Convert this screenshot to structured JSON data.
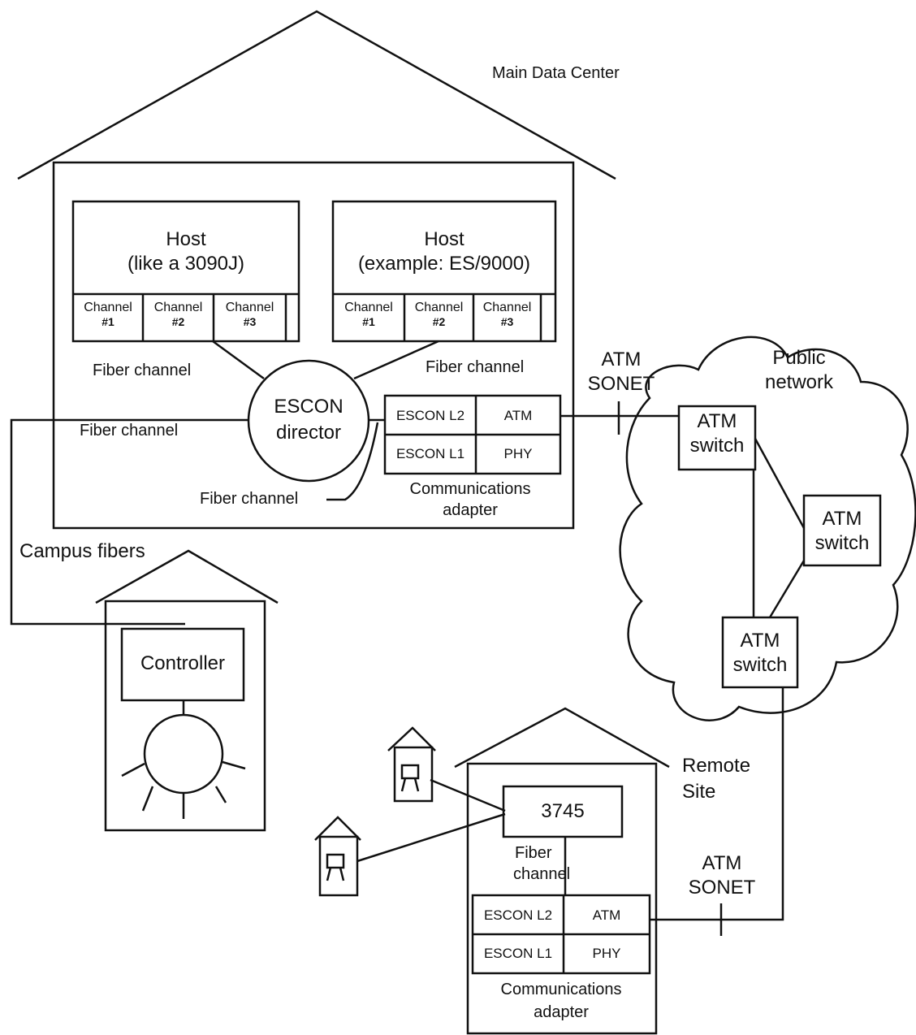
{
  "main_data_center": {
    "label": "Main Data Center",
    "host1": {
      "title_line1": "Host",
      "title_line2": "(like a 3090J)",
      "channels": [
        {
          "name": "Channel",
          "num": "#1"
        },
        {
          "name": "Channel",
          "num": "#2"
        },
        {
          "name": "Channel",
          "num": "#3"
        }
      ]
    },
    "host2": {
      "title_line1": "Host",
      "title_line2": "(example: ES/9000)",
      "channels": [
        {
          "name": "Channel",
          "num": "#1"
        },
        {
          "name": "Channel",
          "num": "#2"
        },
        {
          "name": "Channel",
          "num": "#3"
        }
      ]
    },
    "escon": {
      "line1": "ESCON",
      "line2": "director"
    },
    "fiber_left": "Fiber channel",
    "fiber_right": "Fiber channel",
    "fiber_out": "Fiber channel",
    "fiber_bottom": "Fiber channel",
    "adapter": {
      "l2": "ESCON L2",
      "atm": "ATM",
      "l1": "ESCON L1",
      "phy": "PHY",
      "caption_line1": "Communications",
      "caption_line2": "adapter"
    }
  },
  "link1": {
    "line1": "ATM",
    "line2": "SONET"
  },
  "public_network": {
    "line1": "Public",
    "line2": "network",
    "switches": [
      {
        "line1": "ATM",
        "line2": "switch"
      },
      {
        "line1": "ATM",
        "line2": "switch"
      },
      {
        "line1": "ATM",
        "line2": "switch"
      }
    ]
  },
  "campus": {
    "label": "Campus fibers",
    "controller": "Controller"
  },
  "remote_site": {
    "line1": "Remote",
    "line2": "Site",
    "node": "3745",
    "fiber_line1": "Fiber",
    "fiber_line2": "channel",
    "adapter": {
      "l2": "ESCON L2",
      "atm": "ATM",
      "l1": "ESCON L1",
      "phy": "PHY",
      "caption_line1": "Communications",
      "caption_line2": "adapter"
    }
  },
  "link2": {
    "line1": "ATM",
    "line2": "SONET"
  }
}
